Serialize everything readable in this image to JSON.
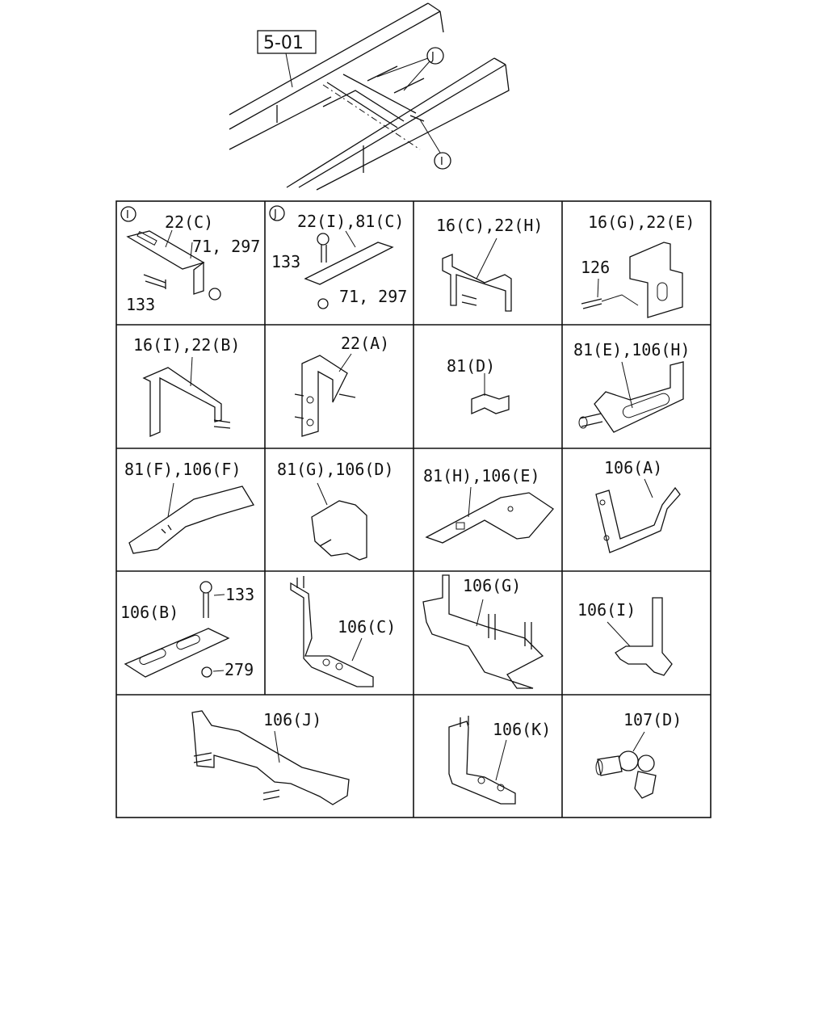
{
  "frame_view": {
    "ref_box": "5-01",
    "markers": [
      "I",
      "J"
    ]
  },
  "cells": [
    {
      "marker": "I",
      "labels": [
        "22(C)",
        "71, 297",
        "133"
      ]
    },
    {
      "marker": "J",
      "labels": [
        "22(I),81(C)",
        "133",
        "71, 297"
      ]
    },
    {
      "labels": [
        "16(C),22(H)"
      ]
    },
    {
      "labels": [
        "16(G),22(E)",
        "126"
      ]
    },
    {
      "labels": [
        "16(I),22(B)"
      ]
    },
    {
      "labels": [
        "22(A)"
      ]
    },
    {
      "labels": [
        "81(D)"
      ]
    },
    {
      "labels": [
        "81(E),106(H)"
      ]
    },
    {
      "labels": [
        "81(F),106(F)"
      ]
    },
    {
      "labels": [
        "81(G),106(D)"
      ]
    },
    {
      "labels": [
        "81(H),106(E)"
      ]
    },
    {
      "labels": [
        "106(A)"
      ]
    },
    {
      "labels": [
        "106(B)",
        "133",
        "279"
      ]
    },
    {
      "labels": [
        "106(C)"
      ]
    },
    {
      "labels": [
        "106(G)"
      ]
    },
    {
      "labels": [
        "106(I)"
      ]
    },
    {
      "labels": [
        "106(J)"
      ]
    },
    {
      "labels": [
        "106(K)"
      ]
    },
    {
      "labels": [
        "107(D)"
      ]
    }
  ]
}
